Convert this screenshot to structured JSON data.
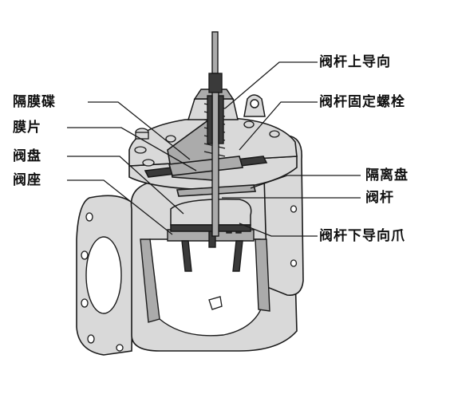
{
  "labels": {
    "diaphragm_disc": "隔膜碟",
    "diaphragm": "膜片",
    "valve_disc": "阀盘",
    "valve_seat": "阀座",
    "stem_upper_guide": "阀杆上导向",
    "stem_fixing_bolt": "阀杆固定螺栓",
    "isolation_disc": "隔离盘",
    "valve_stem": "阀杆",
    "stem_lower_guide_claw": "阀杆下导向爪"
  },
  "colors": {
    "outline": "#1a1a1a",
    "body_fill": "#d9d9d9",
    "section_fill": "#ababab",
    "dark_fill": "#3a3a3a",
    "leader": "#1a1a1a"
  }
}
